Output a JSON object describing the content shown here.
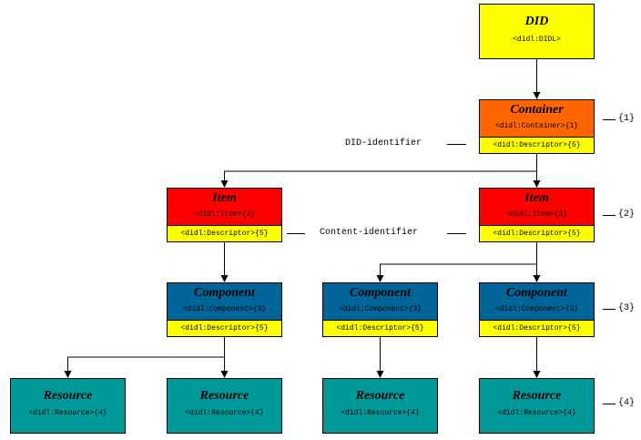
{
  "colors": {
    "did": "#ffff00",
    "container": "#ff6600",
    "item": "#ff0000",
    "component": "#006699",
    "resource": "#009999",
    "descriptor": "#ffff00"
  },
  "nodes": {
    "did": {
      "title": "DID",
      "tag": "<didl:DIDL>"
    },
    "container": {
      "title": "Container",
      "tag": "<didl:Container>{1}",
      "descriptor": "<didl:Descriptor>{5}"
    },
    "item1": {
      "title": "Item",
      "tag": "<didl:Item>{2}",
      "descriptor": "<didl:Descriptor>{5}"
    },
    "item2": {
      "title": "Item",
      "tag": "<didl:Item>{2}",
      "descriptor": "<didl:Descriptor>{5}"
    },
    "component1": {
      "title": "Component",
      "tag": "<didl:Component>{3}",
      "descriptor": "<didl:Descriptor>{5}"
    },
    "component2": {
      "title": "Component",
      "tag": "<didl:Component>{3}",
      "descriptor": "<didl:Descriptor>{5}"
    },
    "component3": {
      "title": "Component",
      "tag": "<didl:Component>{3}",
      "descriptor": "<didl:Descriptor>{5}"
    },
    "resource1": {
      "title": "Resource",
      "tag": "<didl:Resource>{4}"
    },
    "resource2": {
      "title": "Resource",
      "tag": "<didl:Resource>{4}"
    },
    "resource3": {
      "title": "Resource",
      "tag": "<didl:Resource>{4}"
    },
    "resource4": {
      "title": "Resource",
      "tag": "<didl:Resource>{4}"
    }
  },
  "labels": {
    "did_identifier": "DID-identifier",
    "content_identifier": "Content-identifier",
    "level1": "{1}",
    "level2": "{2}",
    "level3": "{3}",
    "level4": "{4}"
  }
}
